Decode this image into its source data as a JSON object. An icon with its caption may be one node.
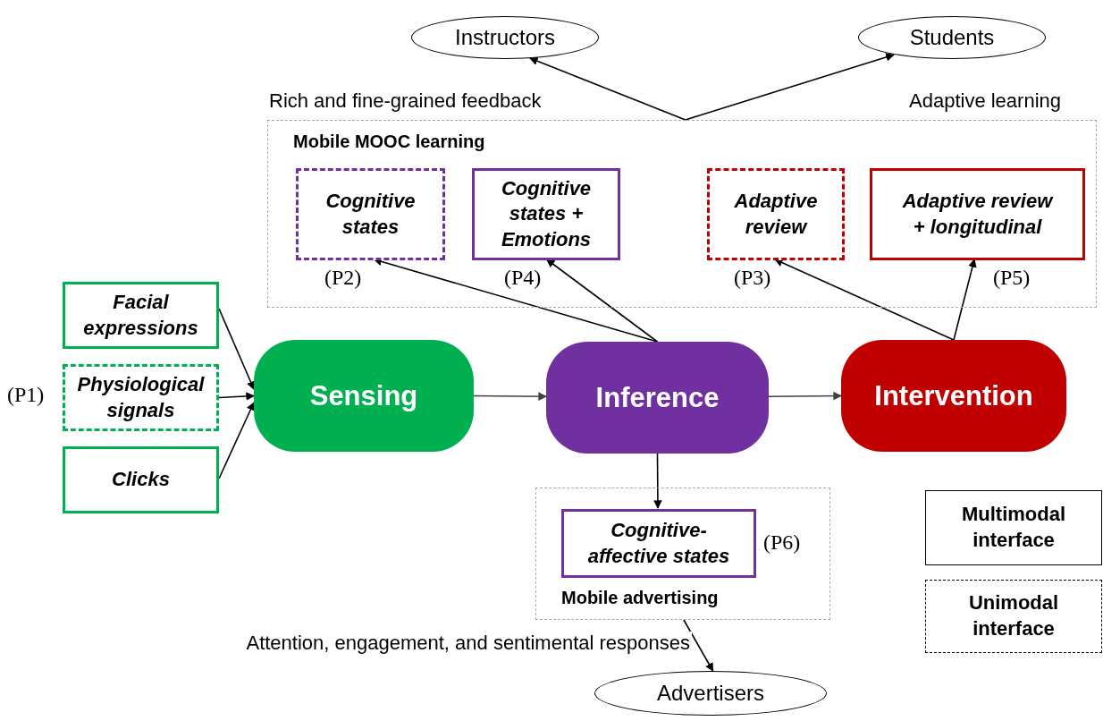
{
  "diagram": {
    "nodes": [
      {
        "text": [
          "Instructors"
        ]
      },
      {
        "text": [
          "Students"
        ]
      },
      {
        "text": [
          "Mobile MOOC learning"
        ]
      },
      {
        "text": [
          "Cognitive states"
        ],
        "in": 2,
        "beside": [
          "(P2)"
        ]
      },
      {
        "text": [
          "Cognitive states + Emotions"
        ],
        "in": 2,
        "beside": [
          "(P4)"
        ]
      },
      {
        "text": [
          "Adaptive review"
        ],
        "in": 2,
        "beside": [
          "(P3)"
        ]
      },
      {
        "text": [
          "Adaptive review + longitudinal"
        ],
        "in": 2,
        "beside": [
          "(P5)"
        ]
      },
      {
        "text": [
          "Facial expressions"
        ]
      },
      {
        "text": [
          "Physiological signals"
        ],
        "beside": [
          "(P1)"
        ]
      },
      {
        "text": [
          "Clicks"
        ]
      },
      {
        "text": [
          "Sensing"
        ]
      },
      {
        "text": [
          "Inference"
        ]
      },
      {
        "text": [
          "Intervention"
        ]
      },
      {
        "text": [
          "Mobile advertising"
        ]
      },
      {
        "text": [
          "Cognitive-affective states"
        ],
        "in": 13,
        "beside": [
          "(P6)"
        ]
      },
      {
        "text": [
          "Advertisers"
        ]
      }
    ],
    "edges": [
      {
        "from": 7,
        "to": 10,
        "arrow": "to"
      },
      {
        "from": 8,
        "to": 10,
        "arrow": "to"
      },
      {
        "from": 9,
        "to": 10,
        "arrow": "to"
      },
      {
        "from": 10,
        "to": 11,
        "arrow": "to",
        "color": "#404040"
      },
      {
        "from": 11,
        "to": 12,
        "arrow": "to",
        "color": "#404040"
      },
      {
        "from": 11,
        "to": 3,
        "arrow": "to"
      },
      {
        "from": 11,
        "to": 4,
        "arrow": "to"
      },
      {
        "from": 12,
        "to": 5,
        "arrow": "to"
      },
      {
        "from": 12,
        "to": 6,
        "arrow": "to"
      },
      {
        "from": 11,
        "to": 14,
        "arrow": "to"
      },
      {
        "from": 2,
        "to": 0,
        "arrow": "to",
        "label": "Rich and fine-grained feedback"
      },
      {
        "from": 2,
        "to": 1,
        "arrow": "to",
        "label": "Adaptive learning"
      },
      {
        "from": 13,
        "to": 15,
        "arrow": "to",
        "label": "Attention, engagement, and sentimental responses"
      }
    ],
    "legend": [
      {
        "text": "Multimodal interface"
      },
      {
        "text": "Unimodal interface"
      }
    ]
  }
}
